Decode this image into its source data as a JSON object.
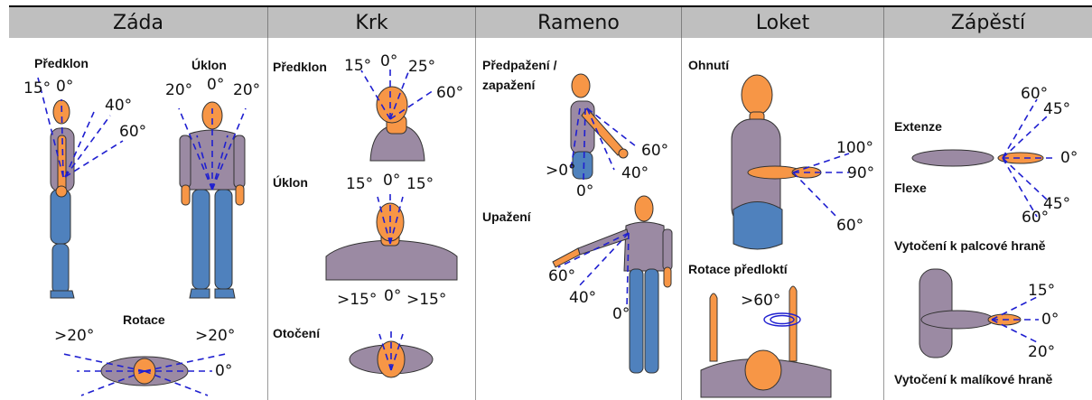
{
  "headers": [
    "Záda",
    "Krk",
    "Rameno",
    "Loket",
    "Zápěstí"
  ],
  "zada": {
    "predklon": {
      "label": "Předklon",
      "a1": "15°",
      "a2": "0°",
      "a3": "40°",
      "a4": "60°"
    },
    "uklon": {
      "label": "Úklon",
      "a1": "20°",
      "a2": "0°",
      "a3": "20°"
    },
    "rotace": {
      "label": "Rotace",
      "a1": ">20°",
      "a2": ">20°",
      "a3": "0°"
    }
  },
  "krk": {
    "predklon": {
      "label": "Předklon",
      "a1": "15°",
      "a2": "0°",
      "a3": "25°",
      "a4": "60°"
    },
    "uklon": {
      "label": "Úklon",
      "a1": "15°",
      "a2": "0°",
      "a3": "15°"
    },
    "otoceni": {
      "label": "Otočení",
      "a1": ">15°",
      "a2": "0°",
      "a3": ">15°"
    }
  },
  "rameno": {
    "predpazeni": {
      "label1": "Předpažení /",
      "label2": "zapažení",
      "a1": "60°",
      "a2": ">0°",
      "a3": "40°",
      "a4": "0°"
    },
    "upazeni": {
      "label": "Upažení",
      "a1": "60°",
      "a2": "40°",
      "a3": "0°"
    }
  },
  "loket": {
    "ohnuti": {
      "label": "Ohnutí",
      "a1": "100°",
      "a2": "90°",
      "a3": "60°"
    },
    "rotace": {
      "label": "Rotace předloktí",
      "a1": ">60°"
    }
  },
  "zapesti": {
    "ext": {
      "label1": "Extenze",
      "label2": "Flexe",
      "a1": "60°",
      "a2": "45°",
      "a3": "0°",
      "a4": "45°",
      "a5": "60°"
    },
    "pal": {
      "label": "Vytočení k palcové hraně",
      "label2": "Vytočení k malíkové hraně",
      "a1": "15°",
      "a2": "0°",
      "a3": "20°"
    }
  }
}
